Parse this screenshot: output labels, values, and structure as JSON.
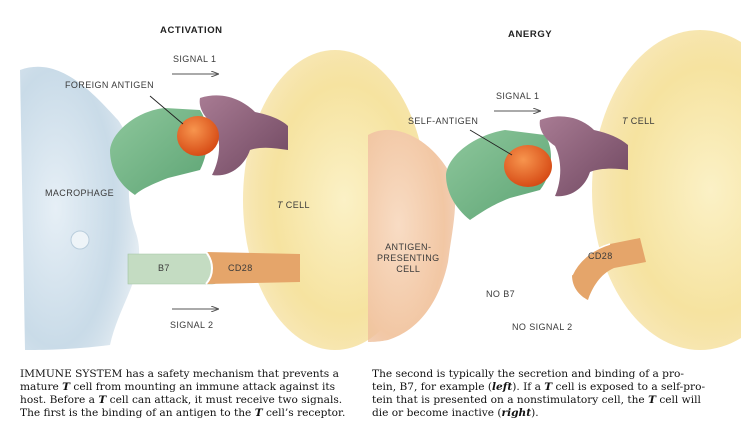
{
  "left_panel": {
    "title": "ACTIVATION",
    "signal1": "SIGNAL 1",
    "signal2": "SIGNAL 2",
    "foreign_antigen": "FOREIGN ANTIGEN",
    "macrophage": "MACROPHAGE",
    "tcell_italic": "T",
    "tcell_rest": " CELL",
    "b7": "B7",
    "cd28": "CD28"
  },
  "right_panel": {
    "title": "ANERGY",
    "signal1": "SIGNAL 1",
    "self_antigen": "SELF-ANTIGEN",
    "tcell_italic": "T",
    "tcell_rest": " CELL",
    "apc_line1": "ANTIGEN-",
    "apc_line2": "PRESENTING",
    "apc_line3": "CELL",
    "cd28": "CD28",
    "no_b7": "NO B7",
    "no_signal2": "NO SIGNAL 2"
  },
  "caption_left": {
    "l1": "IMMUNE SYSTEM has a safety mechanism that prevents a",
    "l2a": "mature ",
    "l2i": "T",
    "l2b": " cell from mounting an immune attack against its",
    "l3a": "host. Before a ",
    "l3i": "T",
    "l3b": " cell can attack, it must receive two signals.",
    "l4a": "The first is the binding of an antigen to the ",
    "l4i": "T",
    "l4b": " cell’s receptor."
  },
  "caption_right": {
    "l1": "The second is typically the secretion and binding of a pro-",
    "l2a": "tein, B7, for example (",
    "l2b": "left",
    "l2c": "). If a ",
    "l2i": "T",
    "l2d": " cell is exposed to a self-pro-",
    "l3a": "tein that is presented on a nonstimulatory cell, the ",
    "l3i": "T",
    "l3b": " cell will",
    "l4a": "die or become inactive (",
    "l4b": "right",
    "l4c": ")."
  },
  "colors": {
    "macrophage": "#c9dbe8",
    "tcell": "#f6e3a0",
    "apc": "#f2c7a4",
    "mhc_green": "#74b687",
    "receptor_purple": "#8c6079",
    "antigen_orange": "#e0561a",
    "cd28_orange": "#e0a064",
    "b7_green": "#b9d7b9"
  }
}
